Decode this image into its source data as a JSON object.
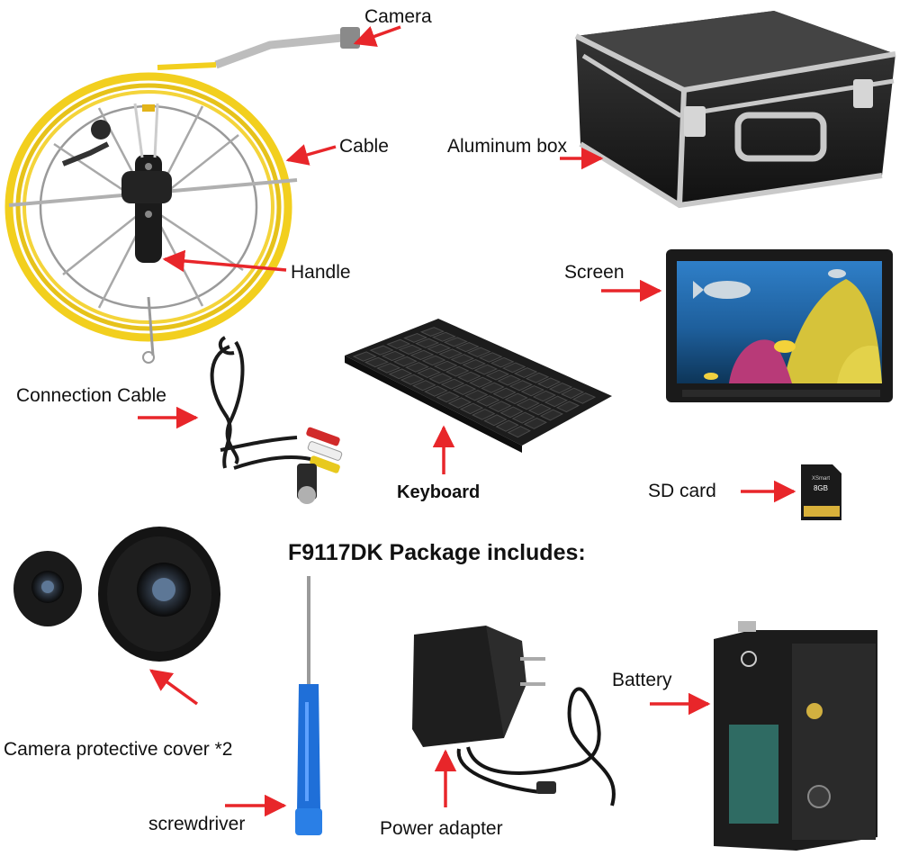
{
  "title": "F9117DK Package includes:",
  "labels": {
    "camera": "Camera",
    "cable": "Cable",
    "handle": "Handle",
    "aluminum_box": "Aluminum box",
    "screen": "Screen",
    "connection_cable": "Connection Cable",
    "keyboard": "Keyboard",
    "sd_card": "SD card",
    "camera_cover": "Camera protective cover *2",
    "screwdriver": "screwdriver",
    "power_adapter": "Power adapter",
    "battery": "Battery"
  },
  "sd_card_text": {
    "brand": "XSmart",
    "capacity": "8GB"
  },
  "colors": {
    "arrow": "#e8262a",
    "cable": "#f2cf1e",
    "screwdriver": "#1f6fd8",
    "case": "#2a2a2a",
    "aluminum": "#c9c9c9"
  },
  "icons": {
    "camera": "camera-icon",
    "cable_reel": "cable-reel-icon",
    "aluminum_box": "aluminum-box-icon",
    "screen": "monitor-icon",
    "keyboard": "keyboard-icon",
    "connection_cable": "av-cable-icon",
    "sd_card": "sd-card-icon",
    "camera_cover": "camera-cover-icon",
    "screwdriver": "screwdriver-icon",
    "power_adapter": "power-adapter-icon",
    "battery": "battery-box-icon"
  }
}
